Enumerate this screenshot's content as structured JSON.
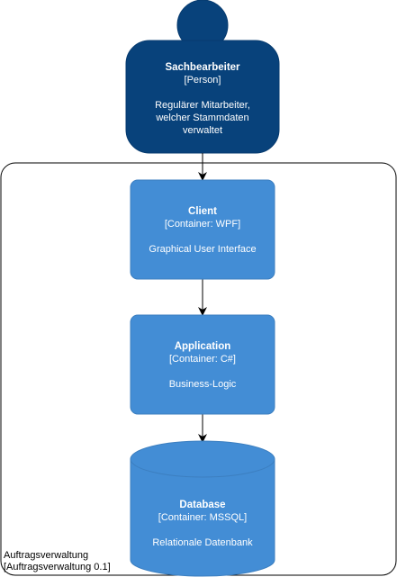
{
  "person": {
    "name": "Sachbearbeiter",
    "type": "[Person]",
    "description_line1": "Regulärer Mitarbeiter,",
    "description_line2": "welcher Stammdaten",
    "description_line3": "verwaltet"
  },
  "boundary": {
    "name": "Auftragsverwaltung",
    "type": "[Auftragsverwaltung 0.1]"
  },
  "containers": [
    {
      "name": "Client",
      "type": "[Container: WPF]",
      "description": "Graphical User Interface"
    },
    {
      "name": "Application",
      "type": "[Container: C#]",
      "description": "Business-Logic"
    },
    {
      "name": "Database",
      "type": "[Container: MSSQL]",
      "description": "Relationale Datenbank"
    }
  ],
  "colors": {
    "person_fill": "#08427b",
    "person_stroke": "#073b6f",
    "container_fill": "#438dd5",
    "container_stroke": "#3c7fc0",
    "boundary_stroke": "#000000",
    "arrow": "#000000",
    "text_light": "#ffffff"
  }
}
